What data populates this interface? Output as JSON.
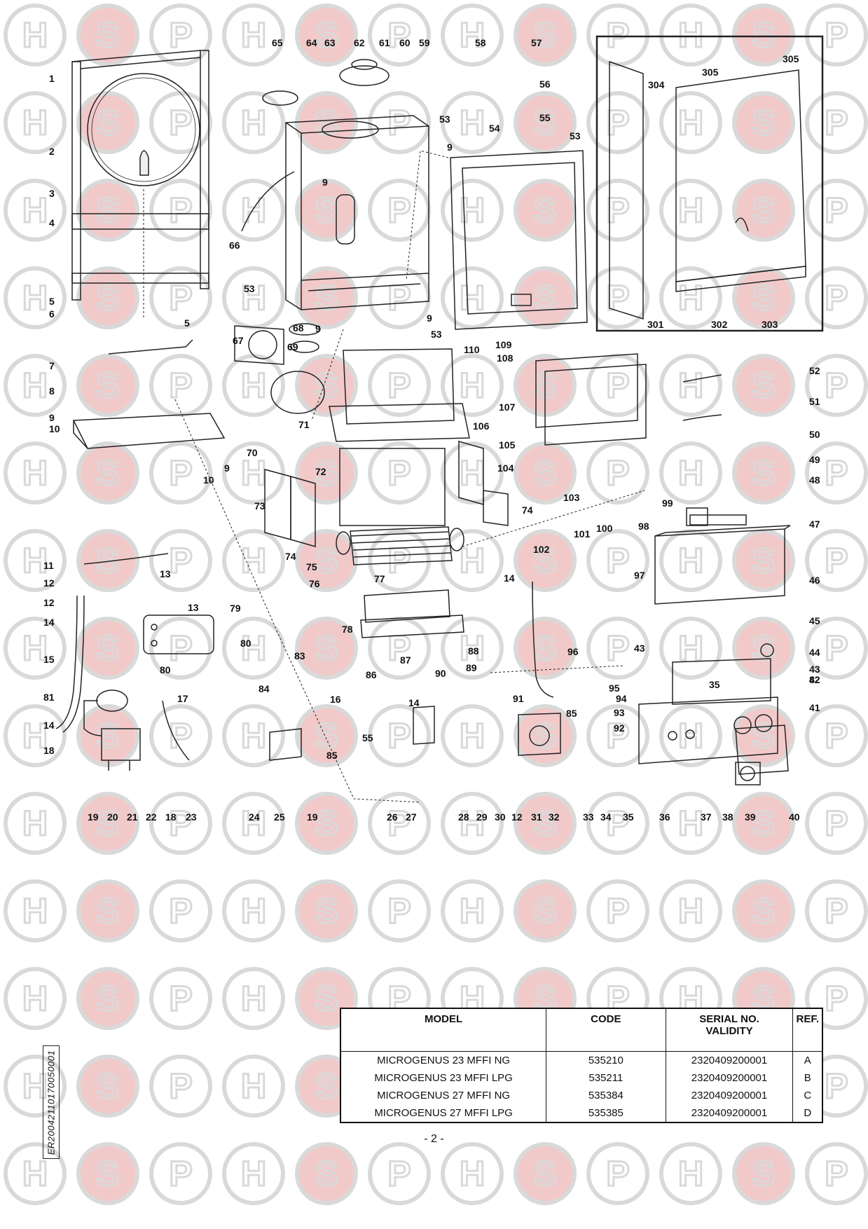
{
  "watermark": {
    "letters": [
      "H",
      "S",
      "P"
    ],
    "colors": {
      "outline": "#d9d9d9",
      "accent": "#f2c9c9"
    }
  },
  "callouts": [
    "1",
    "2",
    "3",
    "4",
    "5",
    "6",
    "5",
    "7",
    "8",
    "9",
    "10",
    "10",
    "9",
    "65",
    "64",
    "63",
    "62",
    "61",
    "60",
    "59",
    "53",
    "9",
    "9",
    "66",
    "53",
    "9",
    "9",
    "58",
    "57",
    "56",
    "55",
    "54",
    "53",
    "53",
    "110",
    "109",
    "108",
    "305",
    "304",
    "305",
    "301",
    "302",
    "303",
    "67",
    "68",
    "69",
    "70",
    "71",
    "106",
    "107",
    "105",
    "52",
    "51",
    "50",
    "49",
    "48",
    "72",
    "104",
    "73",
    "74",
    "74",
    "103",
    "99",
    "98",
    "47",
    "102",
    "101",
    "100",
    "46",
    "97",
    "75",
    "76",
    "77",
    "14",
    "11",
    "12",
    "13",
    "12",
    "13",
    "14",
    "15",
    "79",
    "80",
    "80",
    "78",
    "88",
    "89",
    "87",
    "90",
    "86",
    "96",
    "14",
    "45",
    "44",
    "43",
    "43",
    "42",
    "82",
    "83",
    "84",
    "16",
    "81",
    "17",
    "14",
    "18",
    "91",
    "85",
    "95",
    "94",
    "35",
    "93",
    "92",
    "41",
    "55",
    "24",
    "25",
    "85",
    "26",
    "27",
    "28",
    "29",
    "30",
    "12",
    "31",
    "32",
    "33",
    "34",
    "35",
    "36",
    "37",
    "38",
    "39",
    "40",
    "19",
    "20",
    "21",
    "22",
    "18",
    "23",
    "19"
  ],
  "table": {
    "headers": {
      "model": "MODEL",
      "code": "CODE",
      "serial": "SERIAL NO.\nVALIDITY",
      "ref": "REF."
    },
    "rows": [
      {
        "model": "MICROGENUS 23 MFFI NG",
        "code": "535210",
        "serial": "2320409200001",
        "ref": "A"
      },
      {
        "model": "MICROGENUS 23 MFFI LPG",
        "code": "535211",
        "serial": "2320409200001",
        "ref": "B"
      },
      {
        "model": "MICROGENUS 27 MFFI NG",
        "code": "535384",
        "serial": "2320409200001",
        "ref": "C"
      },
      {
        "model": "MICROGENUS 27 MFFI LPG",
        "code": "535385",
        "serial": "2320409200001",
        "ref": "D"
      }
    ]
  },
  "doc_ref": "ER20042110170050001",
  "page_number": "- 2 -"
}
